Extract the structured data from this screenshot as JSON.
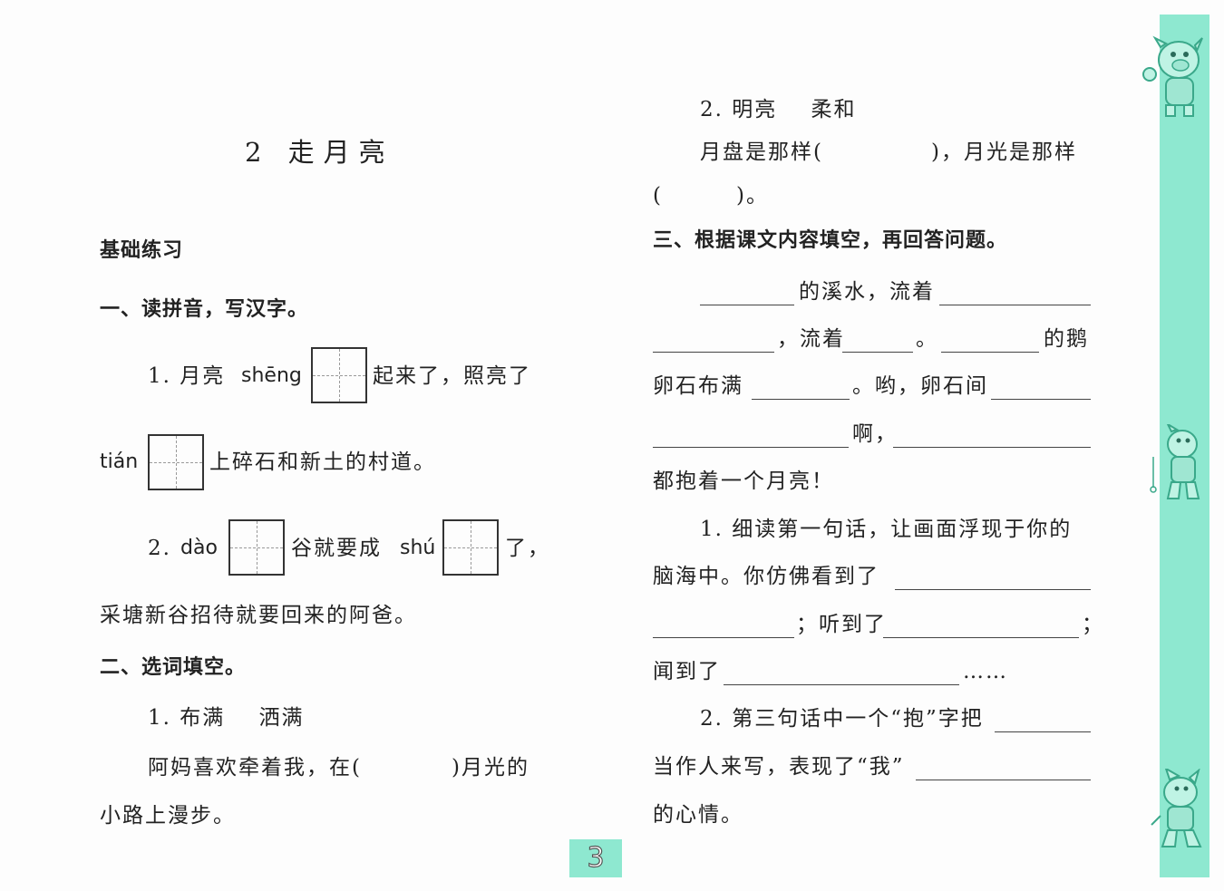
{
  "title": "2 走月亮",
  "left": {
    "section_basic": "基础练习",
    "q1_heading": "一、读拼音，写汉字。",
    "q1_1_a": "1. 月亮",
    "q1_1_py1": "shēng",
    "q1_1_b": "起来了，照亮了",
    "q1_1_py2": "tián",
    "q1_1_c": "上碎石和新土的村道。",
    "q1_2_a": "2.",
    "q1_2_py1": "dào",
    "q1_2_b": "谷就要成",
    "q1_2_py2": "shú",
    "q1_2_c": "了，",
    "q1_2_d": "采塘新谷招待就要回来的阿爸。",
    "q2_heading": "二、选词填空。",
    "q2_1_options": "1. 布满    洒满",
    "q2_1_a": "阿妈喜欢牵着我，在(",
    "q2_1_b": ")月光的",
    "q2_1_c": "小路上漫步。"
  },
  "right": {
    "q2_2_options": "2. 明亮    柔和",
    "q2_2_a": "月盘是那样(",
    "q2_2_b": ")，月光是那样",
    "q2_2_c": "(",
    "q2_2_d": ")。",
    "q3_heading": "三、根据课文内容填空，再回答问题。",
    "q3_l1_a": "的溪水，流着",
    "q3_l2_a": "，流着",
    "q3_l2_b": "。",
    "q3_l2_c": "的鹅",
    "q3_l3_a": "卵石布满",
    "q3_l3_b": "。哟，卵石间",
    "q3_l4_a": "啊，",
    "q3_l5": "都抱着一个月亮！",
    "q3_1_a": "1. 细读第一句话，让画面浮现于你的",
    "q3_1_b": "脑海中。你仿佛看到了",
    "q3_1_c": "；听到了",
    "q3_1_d": "；",
    "q3_1_e": "闻到了",
    "q3_1_f": "……",
    "q3_2_a": "2. 第三句话中一个“抱”字把",
    "q3_2_b": "当作人来写，表现了“我”",
    "q3_2_c": "的心情。"
  },
  "page_number": "3",
  "colors": {
    "sidebar": "#8ee8d0"
  }
}
